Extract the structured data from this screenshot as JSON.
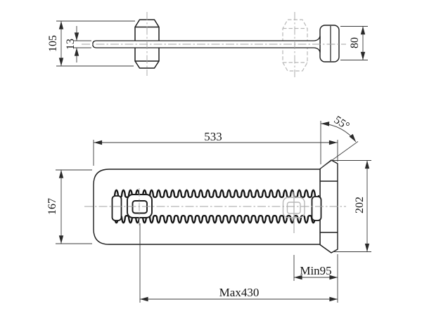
{
  "drawing": {
    "type": "engineering-orthographic-drawing",
    "background": "#ffffff",
    "colors": {
      "outline": "#1c1c1c",
      "bold_outline": "#161616",
      "dimension": "#3a3a3a",
      "centerline": "#a3a3a3",
      "phantom": "#b8b8b8",
      "text": "#141414"
    },
    "views": {
      "side_view": {
        "description": "upper side/profile view: thin bar through clamp block, T-head at right, phantom clamp at min position",
        "dims": {
          "block_height": "105",
          "bar_thickness": "13",
          "head_height": "80"
        }
      },
      "plan_view": {
        "description": "lower plan view: rounded body with corrugated rack, sliding clamp, chamfered head",
        "dims": {
          "overall_length": "533",
          "chamfer_angle": "55°",
          "body_width": "167",
          "head_width": "202",
          "min_position": "Min95",
          "max_position": "Max430"
        }
      }
    }
  }
}
